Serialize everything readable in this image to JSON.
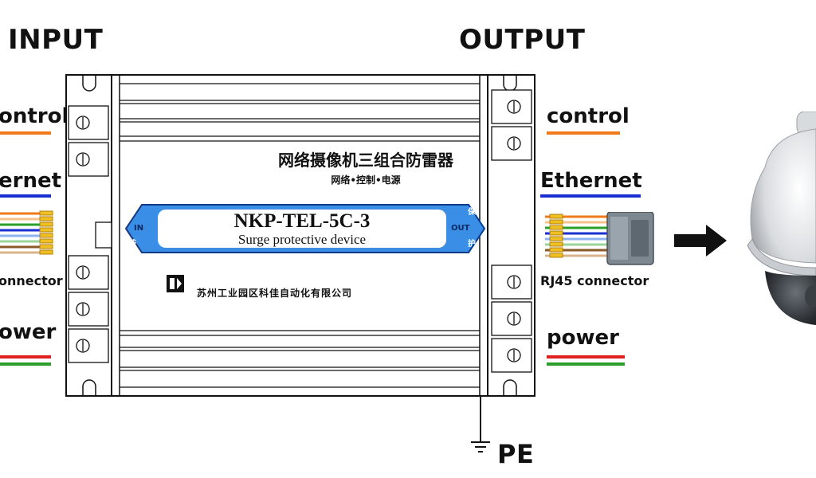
{
  "headings": {
    "input": "INPUT",
    "output": "OUTPUT",
    "ground": "PE"
  },
  "input_side": {
    "control": "ontrol",
    "ethernet": "ernet",
    "connector": "onnector",
    "power": "ower"
  },
  "output_side": {
    "control": "control",
    "ethernet": "Ethernet",
    "connector": "RJ45 connector",
    "power": "power"
  },
  "device": {
    "title_cn": "网络摄像机三组合防雷器",
    "subtitle_cn": "网络•控制•电源",
    "model": "NKP-TEL-5C-3",
    "description": "Surge protective device",
    "in_tag": "IN",
    "out_tag": "OUT",
    "left_chars": "外线",
    "right_chars": "保护",
    "company": "苏州工业园区科佳自动化有限公司"
  },
  "colors": {
    "control": "#f07a1a",
    "ethernet": "#1a2fd0",
    "power_red": "#e02020",
    "power_green": "#2aa02a",
    "label_band": "#3a8ee6",
    "arrow": "#111111"
  },
  "icons": [
    "arrow-right-icon",
    "ground-symbol-icon",
    "rj45-plug-icon",
    "dome-camera-icon",
    "company-logo-icon"
  ]
}
